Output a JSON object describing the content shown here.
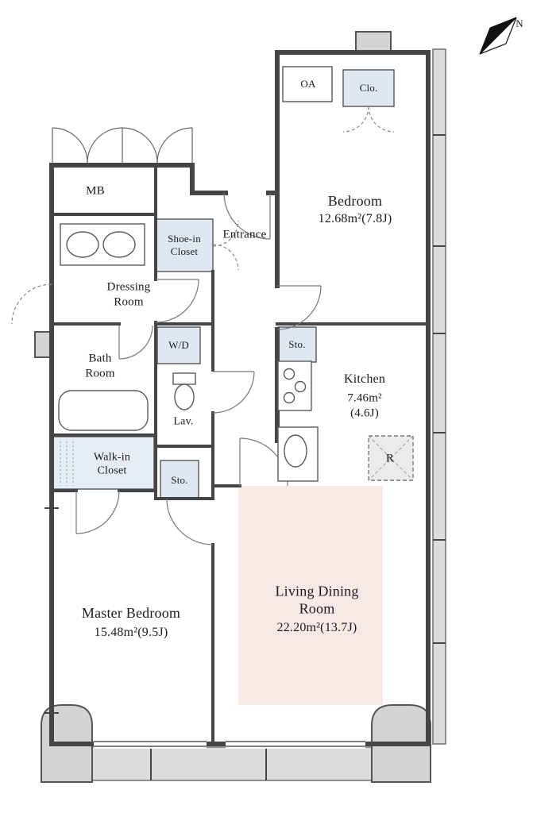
{
  "compass": {
    "label": "N"
  },
  "rooms": {
    "bedroom": {
      "name": "Bedroom",
      "area": "12.68m²(7.8J)"
    },
    "master_bedroom": {
      "name": "Master Bedroom",
      "area": "15.48m²(9.5J)"
    },
    "living_dining": {
      "name": "Living Dining\nRoom",
      "area": "22.20m²(13.7J)"
    },
    "kitchen": {
      "name": "Kitchen",
      "area": "7.46m²\n(4.6J)"
    },
    "entrance": {
      "name": "Entrance"
    },
    "dressing_room": {
      "name": "Dressing\nRoom"
    },
    "bath_room": {
      "name": "Bath\nRoom"
    },
    "walk_in_closet": {
      "name": "Walk-in\nCloset"
    },
    "shoe_in_closet": {
      "name": "Shoe-in\nCloset"
    }
  },
  "labels": {
    "oa": "OA",
    "clo": "Clo.",
    "mb": "MB",
    "wd": "W/D",
    "sto_kitchen": "Sto.",
    "sto_hall": "Sto.",
    "lav": "Lav.",
    "refrigerator": "R"
  },
  "colors": {
    "wall": "#454545",
    "closet_fill": "#dfe8f1",
    "living_fill": "#f9e9e6",
    "balcony_fill": "#dcdcdc",
    "text": "#1b1b1b"
  }
}
